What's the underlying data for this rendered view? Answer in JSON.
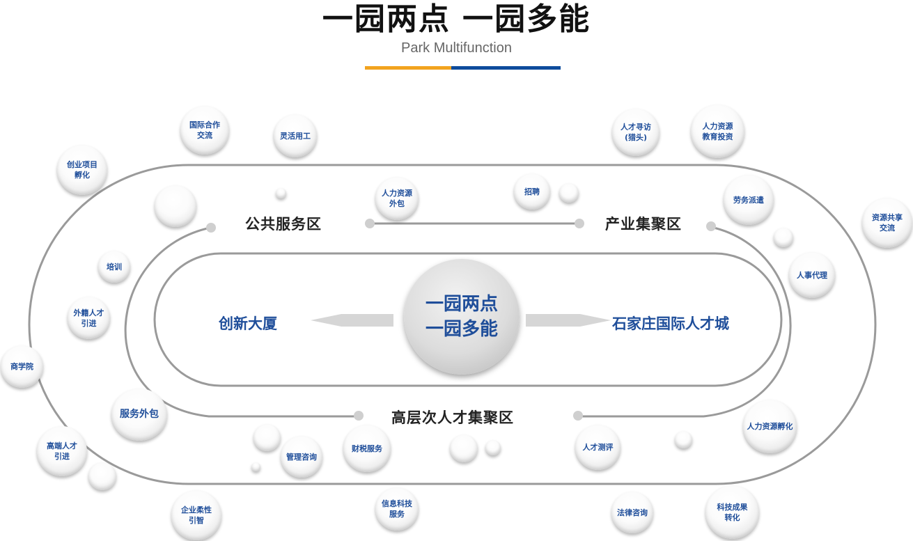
{
  "header": {
    "title": "一园两点 一园多能",
    "subtitle": "Park Multifunction",
    "accent_colors": {
      "left": "#f2a31f",
      "right": "#0e4c9c"
    }
  },
  "center": {
    "hub_line1": "一园两点",
    "hub_line2": "一园多能",
    "left_site": "创新大厦",
    "right_site": "石家庄国际人才城"
  },
  "zones": {
    "public_service": "公共服务区",
    "industry_cluster": "产业集聚区",
    "high_talent_cluster": "高层次人才集聚区"
  },
  "services": [
    "国际合作\n交流",
    "灵活用工",
    "创业项目\n孵化",
    "人才寻访\n(猎头)",
    "人力资源\n教育投资",
    "人力资源\n外包",
    "招聘",
    "劳务派遣",
    "资源共享\n交流",
    "人事代理",
    "培训",
    "外籍人才\n引进",
    "商学院",
    "服务外包",
    "高端人才\n引进",
    "管理咨询",
    "财税服务",
    "人才测评",
    "人力资源孵化",
    "企业柔性\n引智",
    "信息科技\n服务",
    "法律咨询",
    "科技成果\n转化"
  ],
  "colors": {
    "text_blue": "#1f4e9a",
    "line_gray": "#999999"
  }
}
